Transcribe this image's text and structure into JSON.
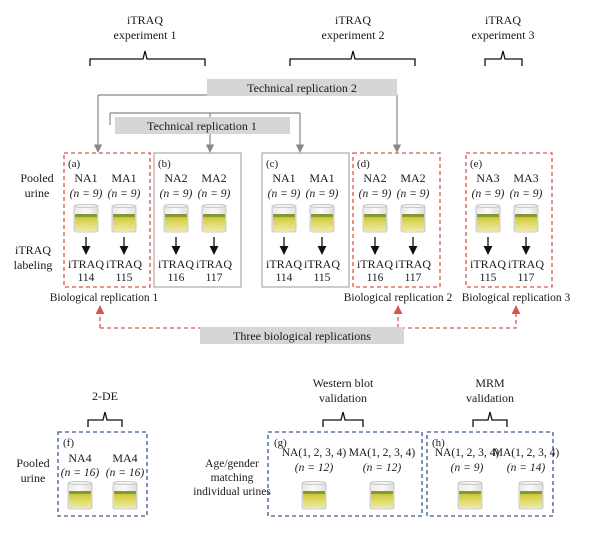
{
  "experiments": [
    {
      "line1": "iTRAQ",
      "line2": "experiment 1"
    },
    {
      "line1": "iTRAQ",
      "line2": "experiment 2"
    },
    {
      "line1": "iTRAQ",
      "line2": "experiment 3"
    }
  ],
  "tech_rep2": "Technical replication 2",
  "tech_rep1": "Technical replication 1",
  "row_labels": {
    "pooled_line1": "Pooled",
    "pooled_line2": "urine",
    "itraq_line1": "iTRAQ",
    "itraq_line2": "labeling"
  },
  "panels": [
    {
      "letter": "(a)",
      "left": {
        "name": "NA1",
        "n": "(n = 9)",
        "reagent": "iTRAQ",
        "tag": "114"
      },
      "right": {
        "name": "MA1",
        "n": "(n = 9)",
        "reagent": "iTRAQ",
        "tag": "115"
      }
    },
    {
      "letter": "(b)",
      "left": {
        "name": "NA2",
        "n": "(n = 9)",
        "reagent": "iTRAQ",
        "tag": "116"
      },
      "right": {
        "name": "MA2",
        "n": "(n = 9)",
        "reagent": "iTRAQ",
        "tag": "117"
      }
    },
    {
      "letter": "(c)",
      "left": {
        "name": "NA1",
        "n": "(n = 9)",
        "reagent": "iTRAQ",
        "tag": "114"
      },
      "right": {
        "name": "MA1",
        "n": "(n = 9)",
        "reagent": "iTRAQ",
        "tag": "115"
      }
    },
    {
      "letter": "(d)",
      "left": {
        "name": "NA2",
        "n": "(n = 9)",
        "reagent": "iTRAQ",
        "tag": "116"
      },
      "right": {
        "name": "MA2",
        "n": "(n = 9)",
        "reagent": "iTRAQ",
        "tag": "117"
      }
    },
    {
      "letter": "(e)",
      "left": {
        "name": "NA3",
        "n": "(n = 9)",
        "reagent": "iTRAQ",
        "tag": "115"
      },
      "right": {
        "name": "MA3",
        "n": "(n = 9)",
        "reagent": "iTRAQ",
        "tag": "117"
      }
    }
  ],
  "bio_reps": [
    "Biological replication 1",
    "Biological replication 2",
    "Biological replication 3"
  ],
  "three_bio": "Three biological replications",
  "bottom": {
    "twode": "2-DE",
    "western_line1": "Western blot",
    "western_line2": "validation",
    "mrm_line1": "MRM",
    "mrm_line2": "validation",
    "pooled_line1": "Pooled",
    "pooled_line2": "urine",
    "age_line1": "Age/gender",
    "age_line2": "matching",
    "age_line3": "individual urines",
    "f": {
      "letter": "(f)",
      "left_name": "NA4",
      "left_n": "(n = 16)",
      "right_name": "MA4",
      "right_n": "(n = 16)"
    },
    "g": {
      "letter": "(g)",
      "left_name": "NA(1, 2, 3, 4)",
      "left_n": "(n = 12)",
      "right_name": "MA(1, 2, 3, 4)",
      "right_n": "(n = 12)"
    },
    "h": {
      "letter": "(h)",
      "left_name": "NA(1, 2, 3, 4)",
      "left_n": "(n = 9)",
      "right_name": "MA(1, 2, 3, 4)",
      "right_n": "(n = 14)"
    }
  },
  "colors": {
    "red_dash": "#d9534f",
    "blue_dash": "#3a5a8c",
    "gray_box": "#9a9a9a",
    "label_band": "#d6d6d6",
    "liquid_top": "#c9c63a",
    "liquid_bottom": "#e8e49a"
  }
}
